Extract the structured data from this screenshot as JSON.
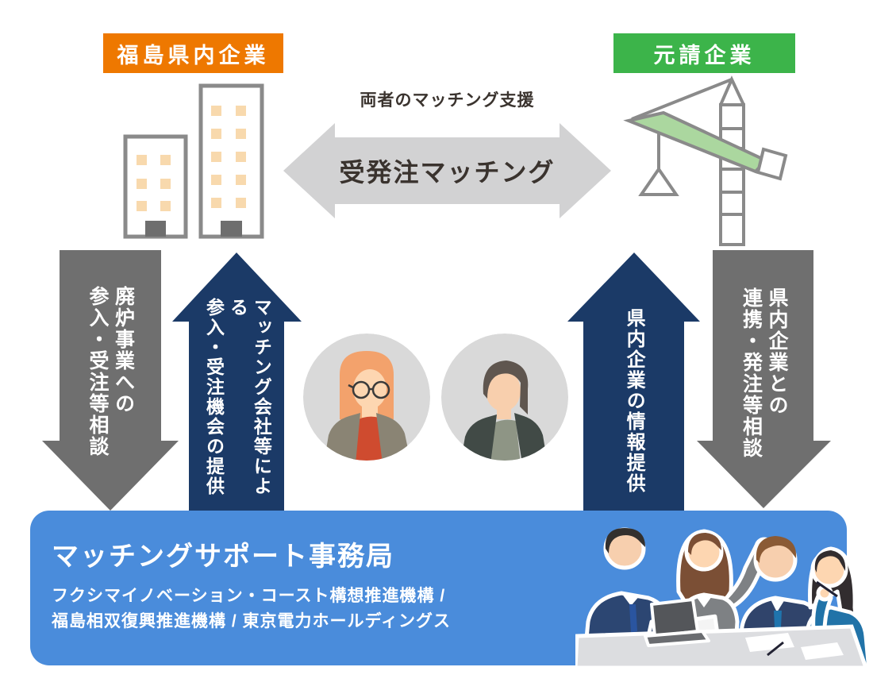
{
  "badges": {
    "left": "福島県内企業",
    "right": "元請企業"
  },
  "center": {
    "support_label": "両者のマッチング支援",
    "arrow_label": "受発注マッチング"
  },
  "arrows": {
    "left_down": {
      "line1": "廃炉事業への",
      "line2": "参入・受注等相談"
    },
    "left_up": {
      "line1": "マッチング会社等による",
      "line2": "参入・受注機会の提供"
    },
    "right_up": {
      "line1": "県内企業の情報提供"
    },
    "right_down": {
      "line1": "県内企業との",
      "line2": "連携・発注等相談"
    }
  },
  "office": {
    "title": "マッチングサポート事務局",
    "orgs_line1": "フクシマイノベーション・コースト構想推進機構 /",
    "orgs_line2": "福島相双復興推進機構 / 東京電力ホールディングス"
  },
  "icons": {
    "left": "office-buildings-icon",
    "right": "tower-crane-icon",
    "center_avatars": [
      "woman-avatar",
      "man-avatar"
    ],
    "bottom": "meeting-illustration"
  },
  "colors": {
    "badge_orange": "#ee7800",
    "badge_green": "#3cb44a",
    "arrow_gray": "#6f6f6f",
    "arrow_navy": "#1b3a67",
    "arrow_light_gray": "#d2d2d3",
    "office_blue": "#4a8cdb",
    "text_dark": "#3a332e",
    "crane_green": "#abd79f",
    "window_orange": "#f8d9ad"
  }
}
